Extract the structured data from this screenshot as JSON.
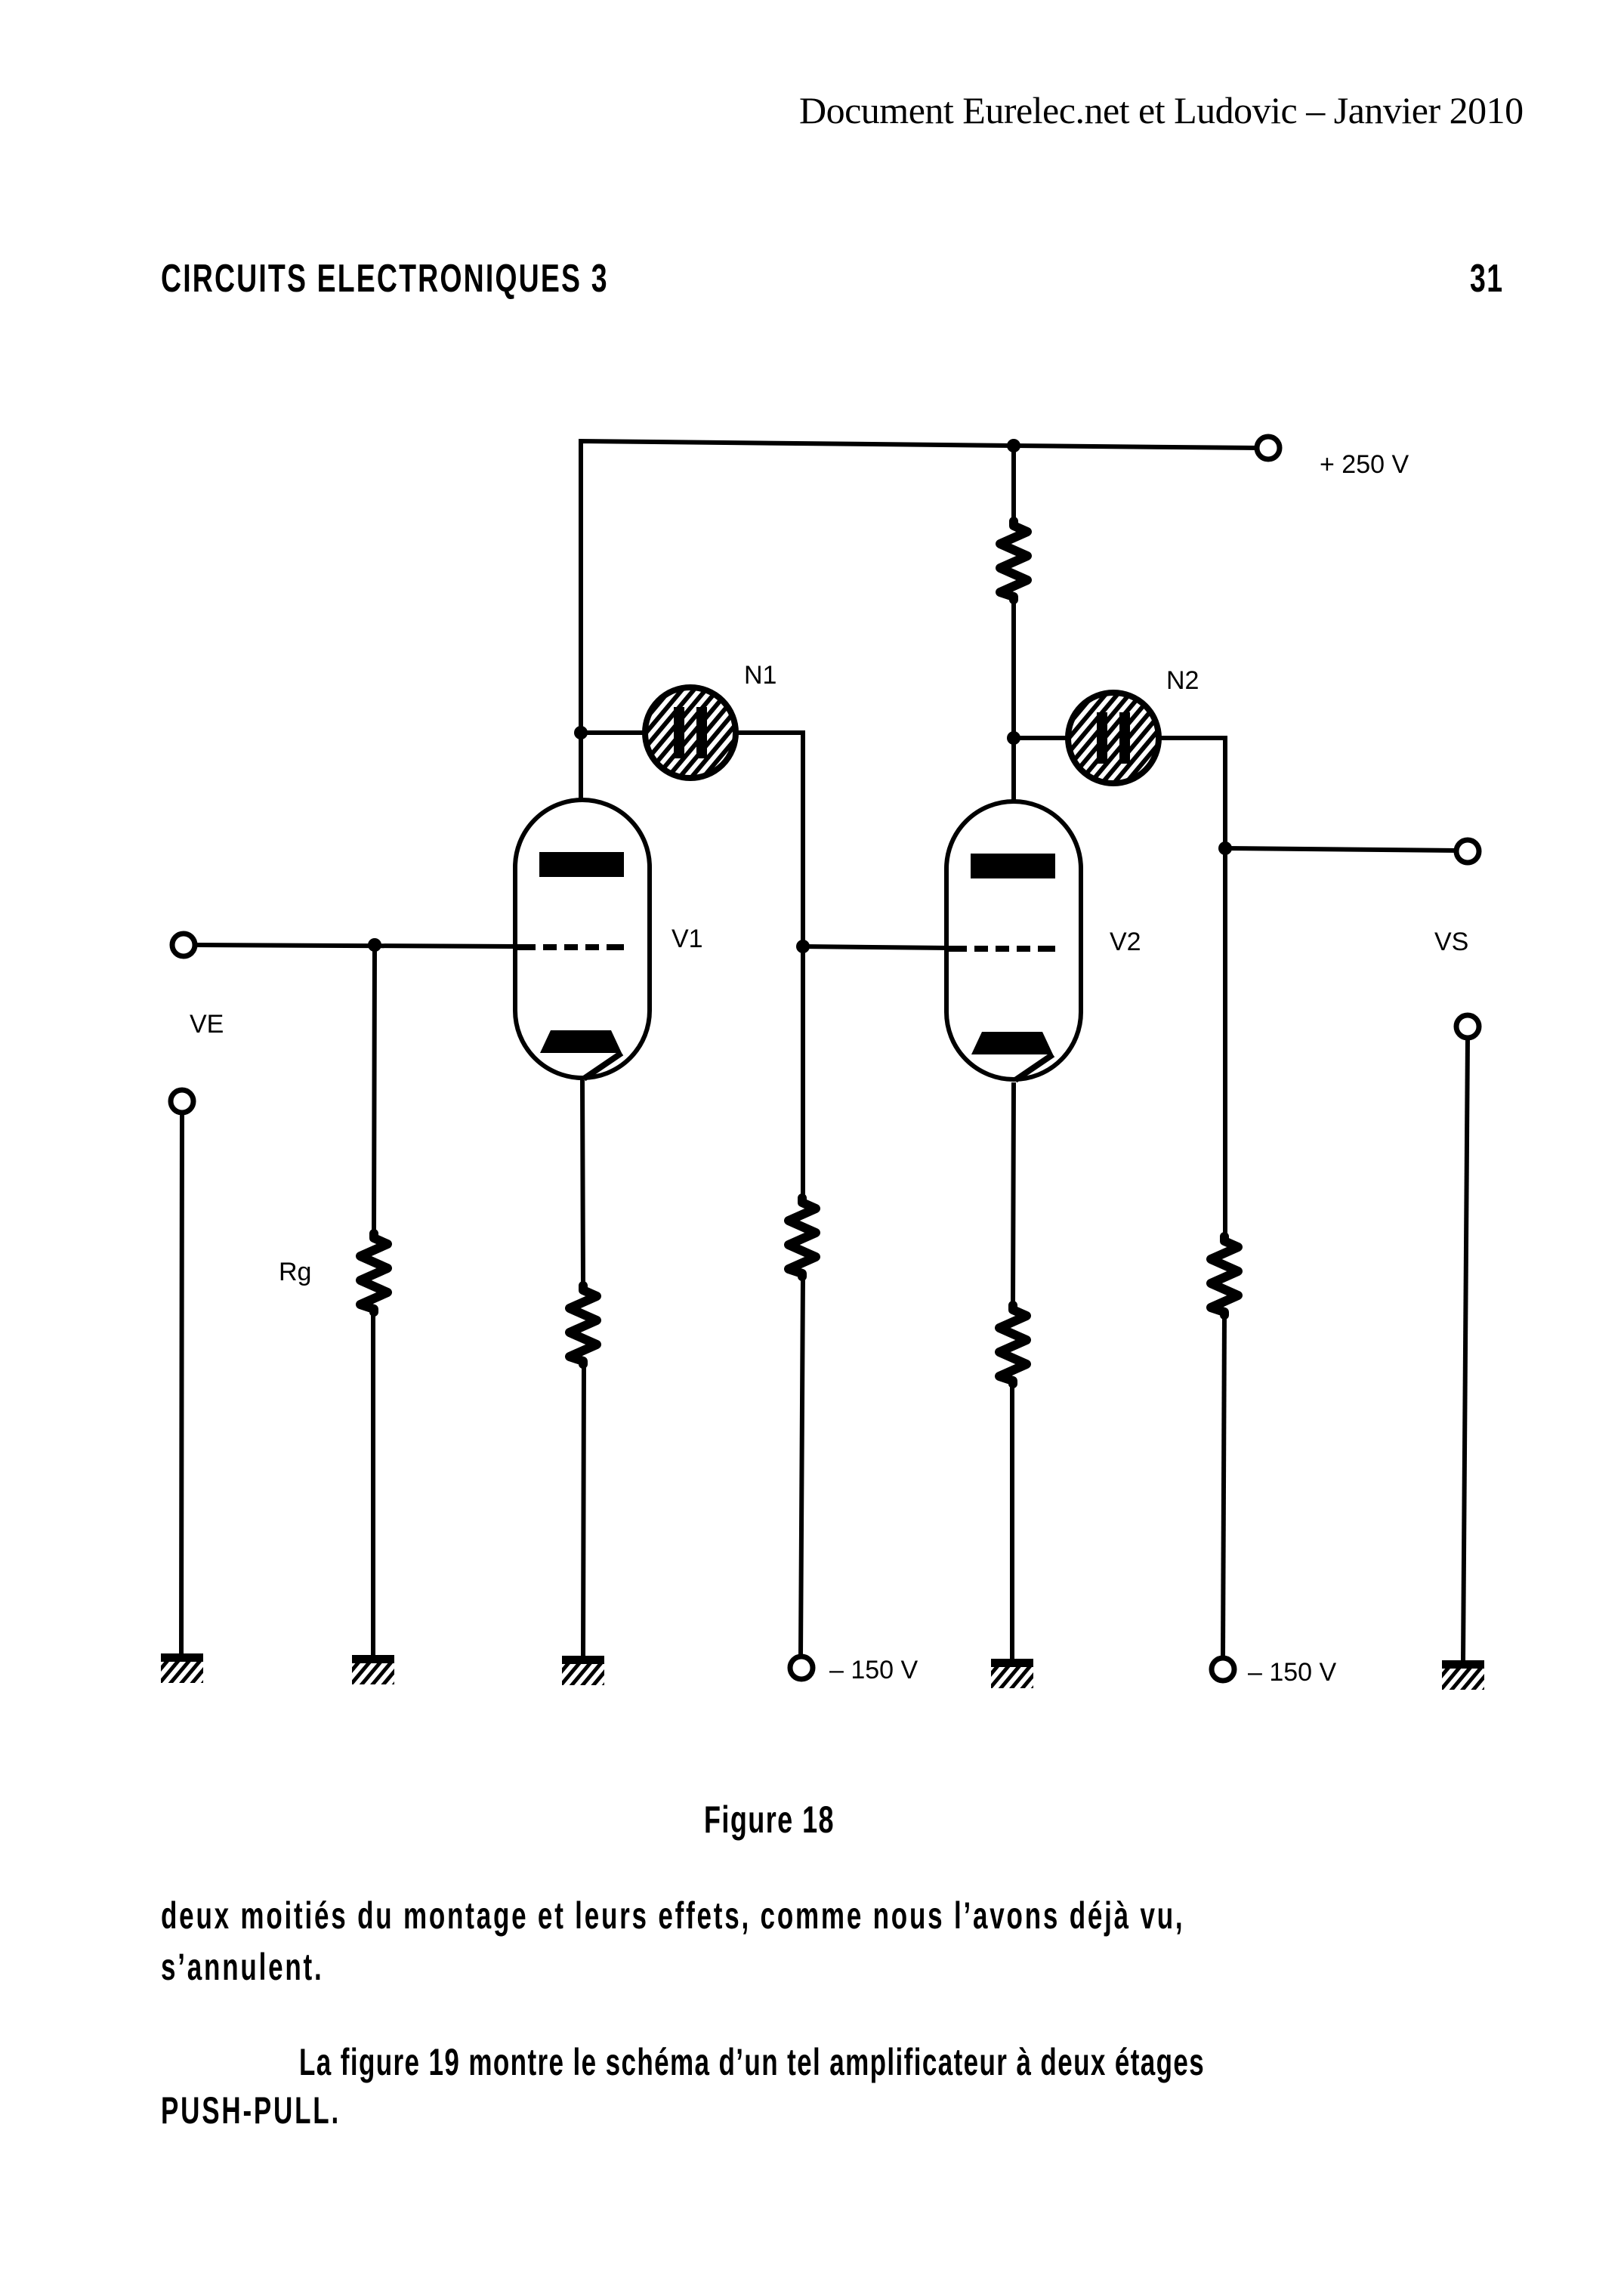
{
  "watermark": "Document Eurelec.net et Ludovic – Janvier 2010",
  "running_header": {
    "title": "CIRCUITS ELECTRONIQUES 3",
    "page_number": "31"
  },
  "figure": {
    "caption": "Figure 18",
    "supply_positive": "+ 250 V",
    "supply_negative_1": "– 150 V",
    "supply_negative_2": "– 150 V",
    "input_label": "VE",
    "output_label": "VS",
    "grid_resistor_label": "Rg",
    "tube_1_label": "V1",
    "tube_2_label": "V2",
    "neon_1_label": "N1",
    "neon_2_label": "N2"
  },
  "body": {
    "paragraph_1": [
      "deux moitiés du montage et leurs effets, comme nous l’avons déjà vu,",
      "s’annulent."
    ],
    "paragraph_2": [
      "La figure 19 montre le schéma d’un tel amplificateur à deux étages",
      "PUSH-PULL."
    ]
  }
}
